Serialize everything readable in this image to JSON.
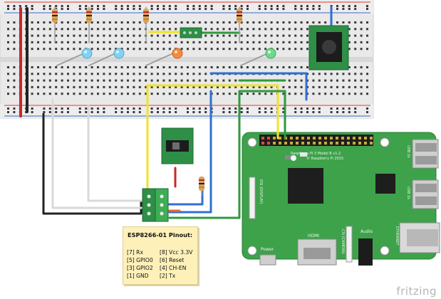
{
  "brand": "fritzing",
  "note": {
    "title": "ESP8266-01 Pinout:",
    "rows": [
      [
        "[7] Rx",
        "[8] Vcc 3.3V"
      ],
      [
        "[5] GPIO0",
        "[6] Reset"
      ],
      [
        "[3] GPIO2",
        "[4] CH-EN"
      ],
      [
        "[1] GND",
        "[2] Tx"
      ]
    ]
  },
  "board": {
    "model": "Raspberry Pi 3 Model B v1.2",
    "copyright": "© Raspberry Pi 2015",
    "hdmi": "HDMI",
    "audio": "Audio",
    "power": "Power",
    "display": "DSI (DISPLAY)",
    "camera": "CSI (CAMERA)",
    "ethernet": "ETHERNET",
    "usb1": "USB 2x",
    "usb2": "USB 2x"
  },
  "colors": {
    "board": "#3da24a",
    "breadboard": "#e8e8e8",
    "note": "#fdf0b9",
    "wire_red": "#c62828",
    "wire_black": "#222222",
    "wire_yellow": "#f1e325",
    "wire_blue": "#2f6fd1",
    "wire_green": "#2e9a3b",
    "wire_white": "#e6e6e6",
    "led_blue": "#7fd2f3",
    "led_orange": "#f58c3a",
    "led_green": "#6fd98c"
  }
}
